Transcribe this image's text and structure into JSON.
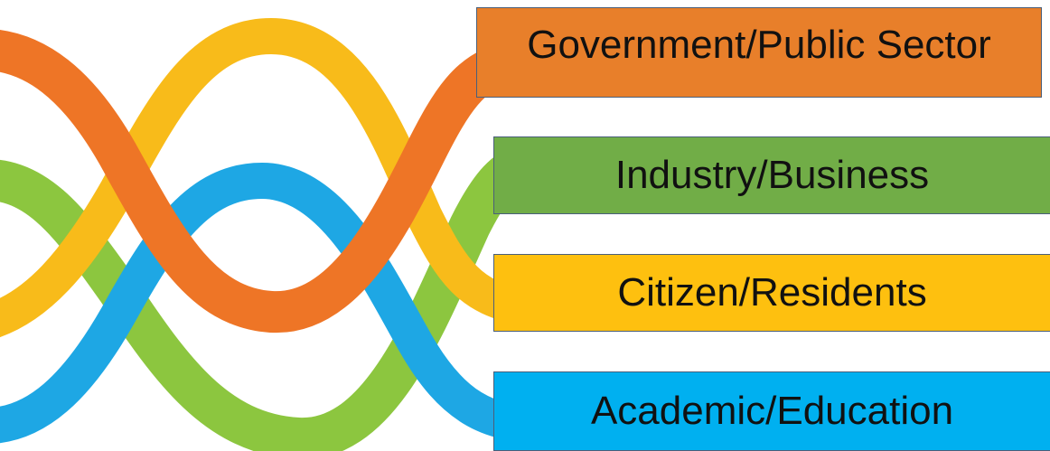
{
  "sectors": [
    {
      "id": "government",
      "label": "Government/Public Sector",
      "color": "#e87f2a"
    },
    {
      "id": "industry",
      "label": "Industry/Business",
      "color": "#71ad47"
    },
    {
      "id": "citizen",
      "label": "Citizen/Residents",
      "color": "#fec00f"
    },
    {
      "id": "academic",
      "label": "Academic/Education",
      "color": "#00b0f0"
    }
  ],
  "ribbon_colors": {
    "orange": "#ee7526",
    "yellow": "#f8bb1a",
    "green": "#8cc63f",
    "blue": "#1ea7e4"
  }
}
